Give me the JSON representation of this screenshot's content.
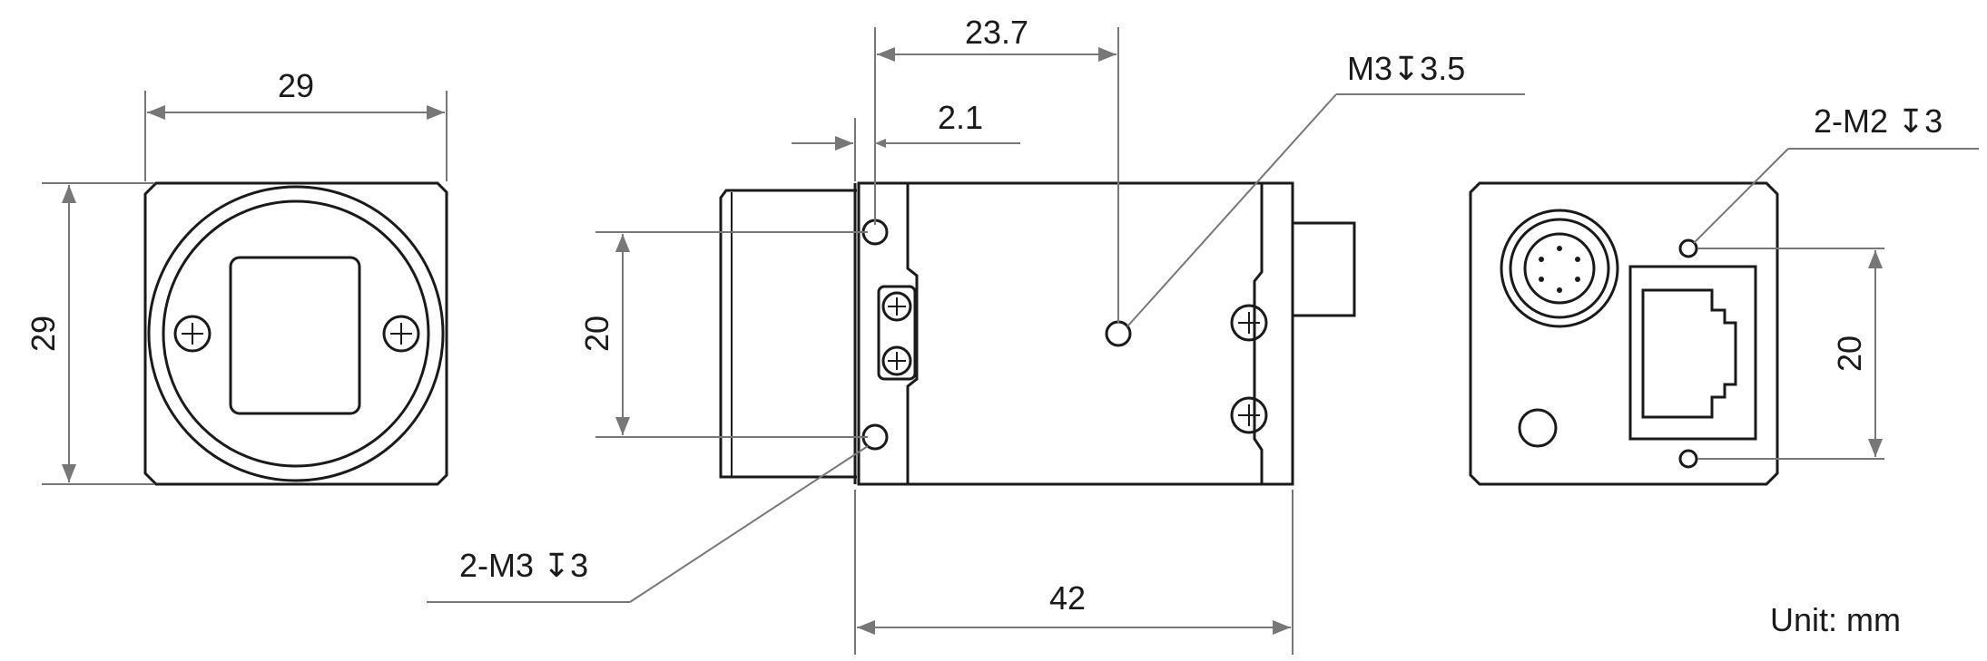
{
  "units": {
    "label": "Unit: mm"
  },
  "front_view": {
    "width_label": "29",
    "height_label": "29"
  },
  "side_view": {
    "overall_length_label": "42",
    "hole_offset_label": "23.7",
    "flange_label": "2.1",
    "hole_spacing_label": "20",
    "top_thread_label": "M3•3.5",
    "bottom_thread_label": "2-M3 •3"
  },
  "rear_view": {
    "thread_label": "2-M2 •3",
    "hole_spacing_label": "20"
  },
  "colors": {
    "outline": "#1a1a1a",
    "dimension": "#777777",
    "background": "#ffffff"
  }
}
